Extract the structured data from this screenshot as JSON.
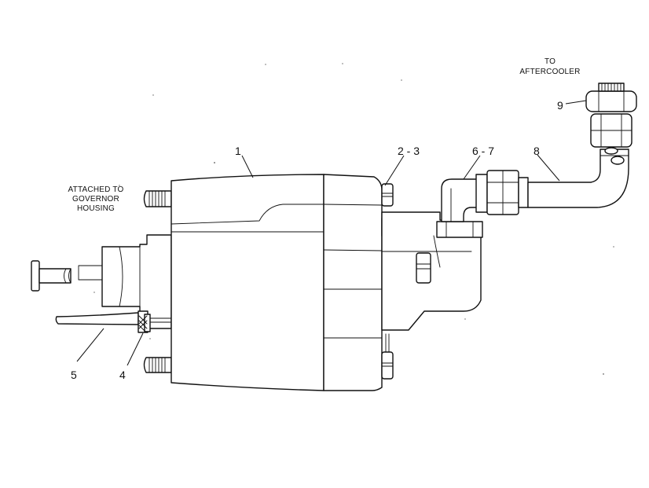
{
  "callouts": {
    "c1": "1",
    "c23": "2 - 3",
    "c4": "4",
    "c5": "5",
    "c67": "6 - 7",
    "c8": "8",
    "c9": "9"
  },
  "notes": {
    "governor_line1": "ATTACHED TO",
    "governor_line2": "GOVERNOR",
    "governor_line3": "HOUSING",
    "aftercooler_line1": "TO",
    "aftercooler_line2": "AFTERCOOLER"
  }
}
